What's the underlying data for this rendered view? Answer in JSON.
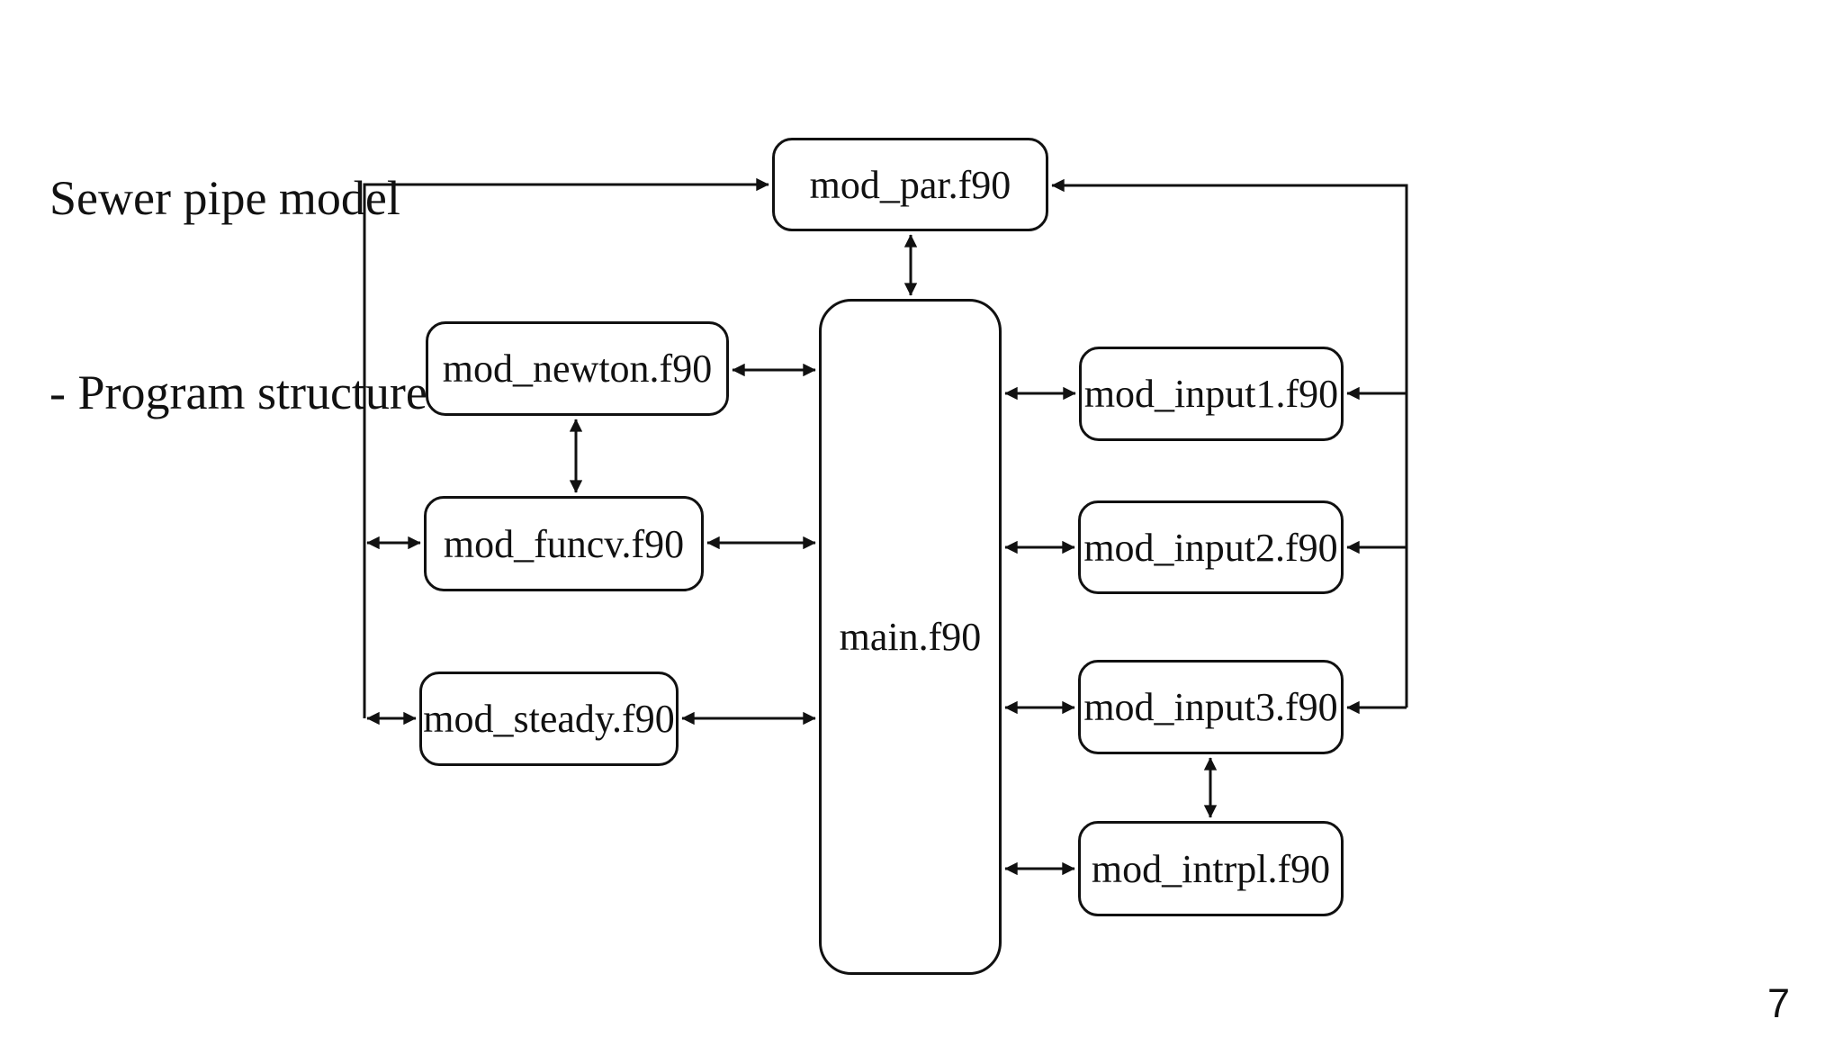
{
  "slide": {
    "title_line1": "Sewer pipe model",
    "title_line2": "- Program structure",
    "page_number": "7"
  },
  "diagram": {
    "nodes": {
      "mod_par": "mod_par.f90",
      "main": "main.f90",
      "mod_newton": "mod_newton.f90",
      "mod_funcv": "mod_funcv.f90",
      "mod_steady": "mod_steady.f90",
      "mod_input1": "mod_input1.f90",
      "mod_input2": "mod_input2.f90",
      "mod_input3": "mod_input3.f90",
      "mod_intrpl": "mod_intrpl.f90"
    },
    "edges": [
      {
        "from": "mod_par",
        "to": "main",
        "arrows": "both"
      },
      {
        "from": "mod_newton",
        "to": "main",
        "arrows": "both"
      },
      {
        "from": "mod_funcv",
        "to": "main",
        "arrows": "both"
      },
      {
        "from": "mod_steady",
        "to": "main",
        "arrows": "both"
      },
      {
        "from": "main",
        "to": "mod_input1",
        "arrows": "both"
      },
      {
        "from": "main",
        "to": "mod_input2",
        "arrows": "both"
      },
      {
        "from": "main",
        "to": "mod_input3",
        "arrows": "both"
      },
      {
        "from": "main",
        "to": "mod_intrpl",
        "arrows": "both"
      },
      {
        "from": "mod_newton",
        "to": "mod_funcv",
        "arrows": "both"
      },
      {
        "from": "mod_input3",
        "to": "mod_intrpl",
        "arrows": "both"
      },
      {
        "from": "mod_funcv",
        "to": "left-bus",
        "arrows": "both"
      },
      {
        "from": "mod_steady",
        "to": "left-bus",
        "arrows": "both"
      },
      {
        "from": "left-bus",
        "to": "mod_par",
        "arrows": "to"
      },
      {
        "from": "right-bus",
        "to": "mod_par",
        "arrows": "to"
      },
      {
        "from": "right-bus",
        "to": "mod_input1",
        "arrows": "to"
      },
      {
        "from": "right-bus",
        "to": "mod_input2",
        "arrows": "to"
      },
      {
        "from": "right-bus",
        "to": "mod_input3",
        "arrows": "to"
      }
    ],
    "colors": {
      "line": "#111111",
      "node_fill": "#ffffff",
      "text": "#111111",
      "background": "#ffffff"
    }
  }
}
